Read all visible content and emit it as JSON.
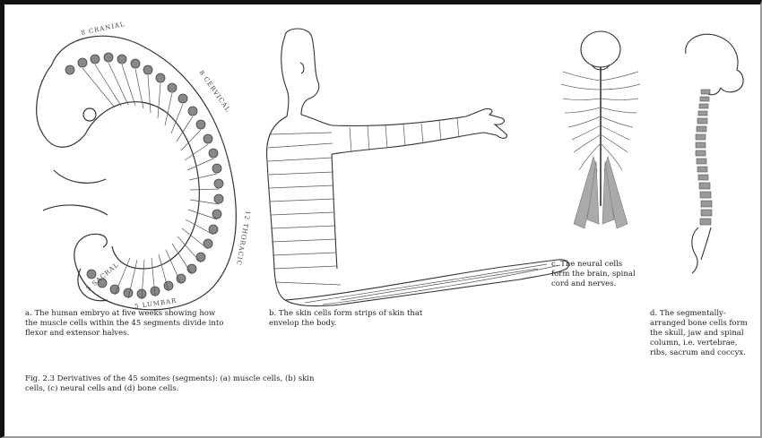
{
  "captions": {
    "a": "a. The human embryo at five weeks showing how the muscle cells within the 45 segments divide into flexor and extensor halves.",
    "b": "b. The skin cells form strips of skin that envelop the body.",
    "c": "c. The neural cells form the brain, spinal cord and nerves.",
    "d": "d. The segmentally-arranged bone cells form the skull, jaw and spinal column, i.e. vertebrae, ribs, sacrum and coccyx."
  },
  "figure_caption": "Fig. 2.3 Derivatives of the 45 somites (segments): (a) muscle cells, (b) skin cells, (c) neural cells and (d) bone cells.",
  "embryo_labels": {
    "cranial": "8 CRANIAL",
    "cervical": "8 CERVICAL",
    "thoracic": "12 THORACIC",
    "lumbar": "5 LUMBAR",
    "sacral": "5 SACRAL"
  }
}
